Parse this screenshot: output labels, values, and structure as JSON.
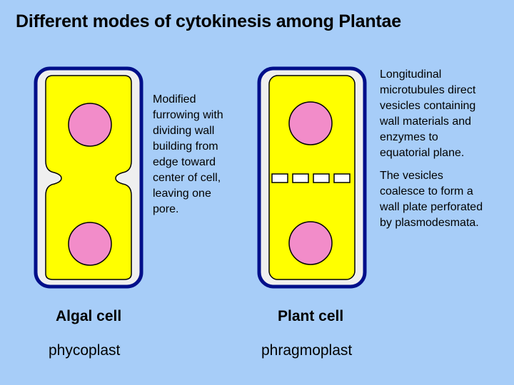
{
  "title": "Different modes of cytokinesis among Plantae",
  "algal": {
    "description": "Modified furrowing with dividing wall building from edge toward center of cell, leaving one pore.",
    "label": "Algal cell",
    "type": "phycoplast"
  },
  "plant": {
    "description_1": "Longitudinal microtubules direct vesicles containing wall materials and enzymes to equatorial plane.",
    "description_2": "The vesicles coalesce to form a wall plate perforated by plasmodesmata.",
    "label": "Plant cell",
    "type": "phragmoplast"
  },
  "colors": {
    "background": "#a7cdf8",
    "cell_wall": "#000f8a",
    "wall_space": "#efefef",
    "cytoplasm": "#ffff00",
    "nucleus": "#f28cc9"
  }
}
